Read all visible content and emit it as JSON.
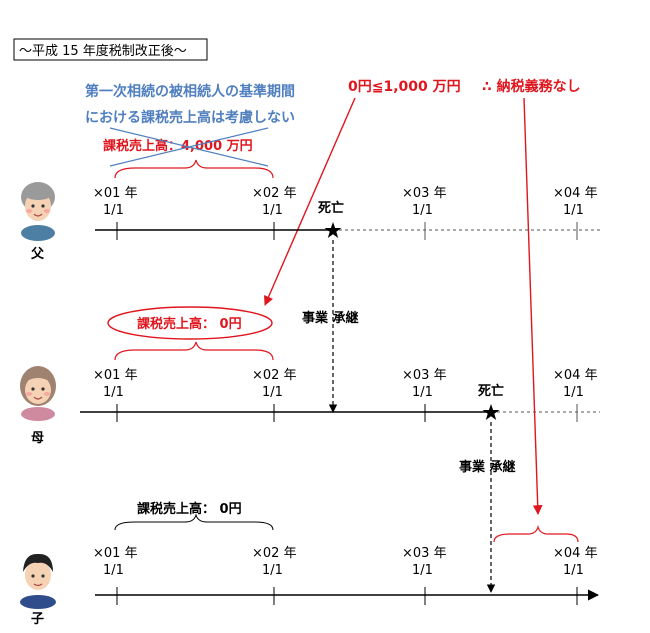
{
  "header": {
    "title": "〜平成 15 年度税制改正後〜"
  },
  "note": {
    "line1": "第一次相続の被相続人の基準期間",
    "line2": "における課税売上高は考慮しない"
  },
  "father_sales_label": "課税売上高：4,000 万円",
  "mother_sales_label": "課税売上高： 0円",
  "child_sales_label": "課税売上高： 0円",
  "condition": {
    "formula": "0円≦1,000 万円",
    "conclusion": "∴ 納税義務なし"
  },
  "persons": {
    "father": "父",
    "mother": "母",
    "child": "子"
  },
  "death_label": "死亡",
  "succession_label": "事業 承継",
  "dates": {
    "y01": {
      "year": "×01 年",
      "day": "1/1"
    },
    "y02": {
      "year": "×02 年",
      "day": "1/1"
    },
    "y03": {
      "year": "×03 年",
      "day": "1/1"
    },
    "y04": {
      "year": "×04 年",
      "day": "1/1"
    }
  },
  "colors": {
    "red": "#e0161e",
    "blue": "#4f7fbf",
    "black": "#000000"
  }
}
